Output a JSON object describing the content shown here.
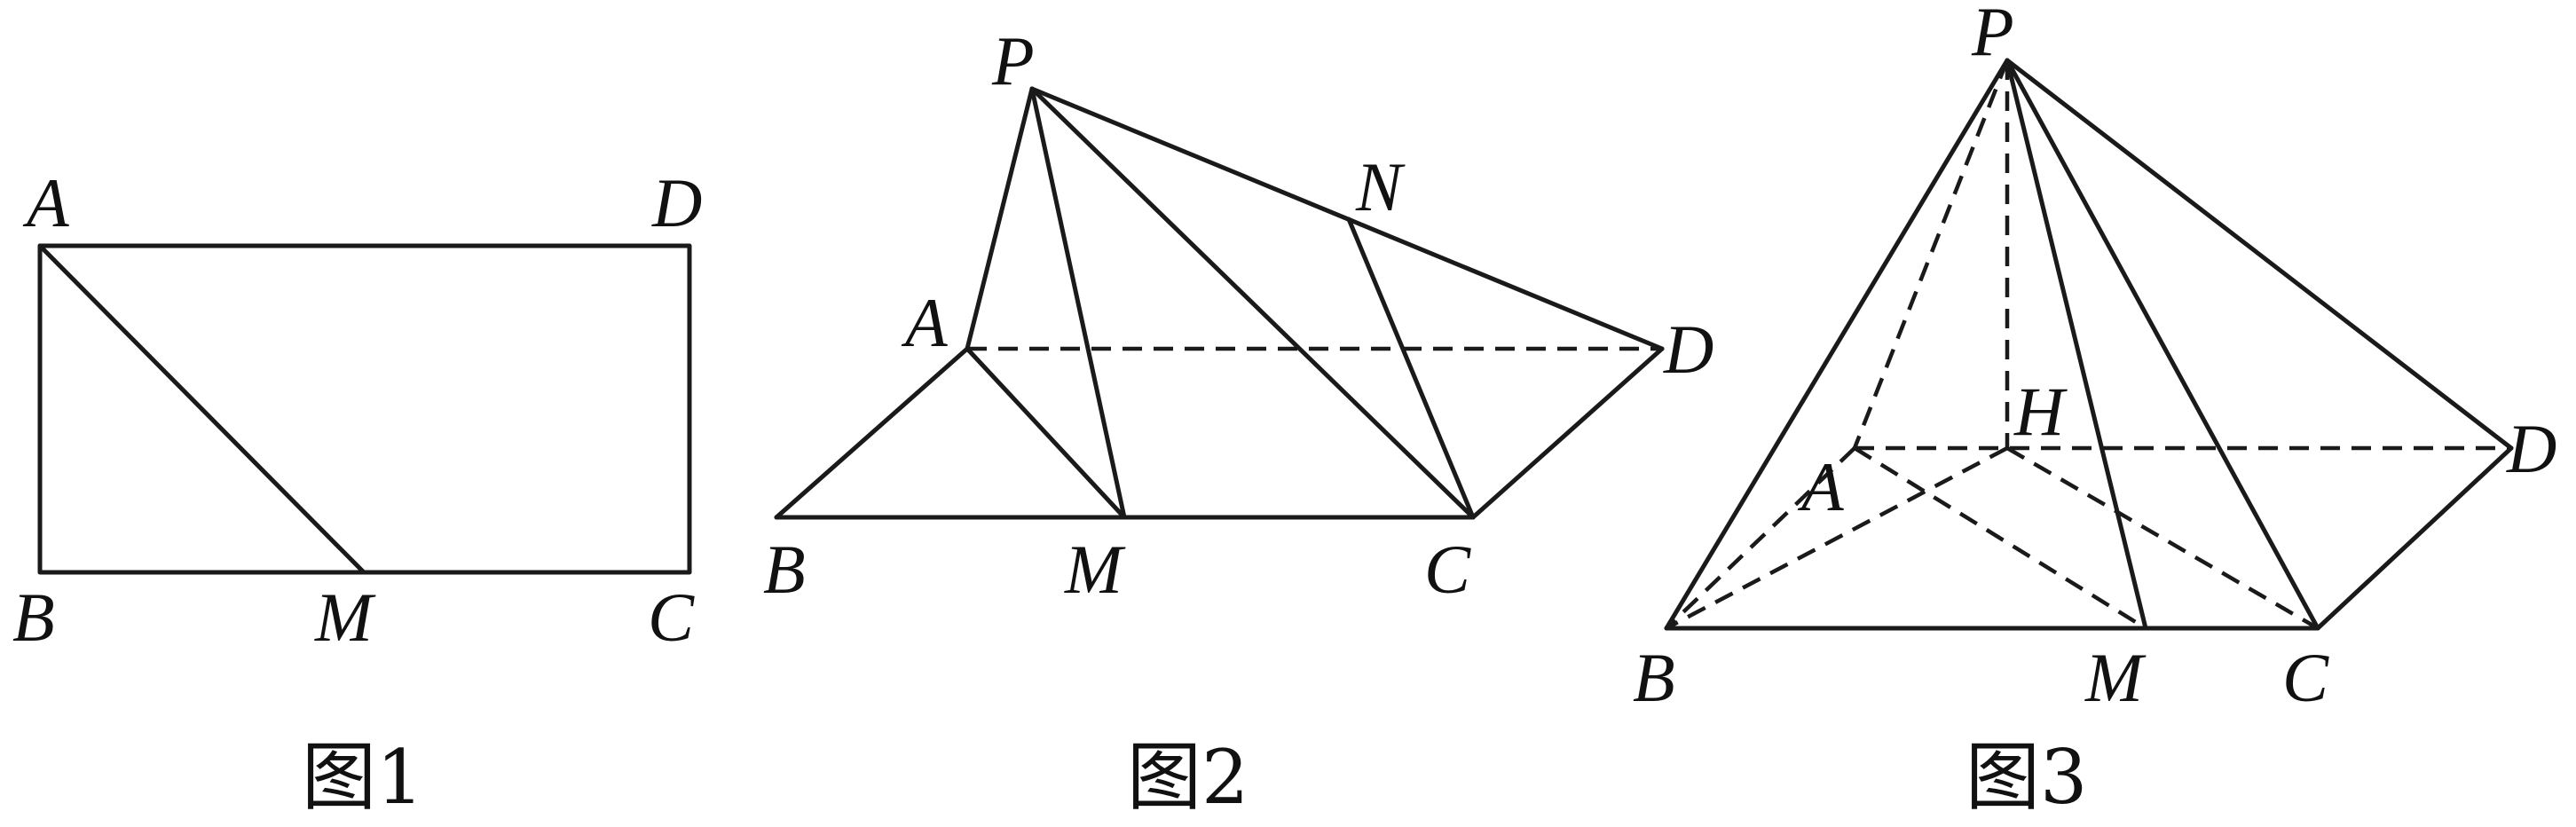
{
  "figures": [
    {
      "id": "fig1",
      "caption": "图1",
      "points": {
        "A": "A",
        "B": "B",
        "C": "C",
        "D": "D",
        "M": "M"
      }
    },
    {
      "id": "fig2",
      "caption": "图2",
      "points": {
        "A": "A",
        "B": "B",
        "C": "C",
        "D": "D",
        "M": "M",
        "N": "N",
        "P": "P"
      }
    },
    {
      "id": "fig3",
      "caption": "图3",
      "points": {
        "A": "A",
        "B": "B",
        "C": "C",
        "D": "D",
        "M": "M",
        "H": "H",
        "P": "P"
      }
    }
  ]
}
